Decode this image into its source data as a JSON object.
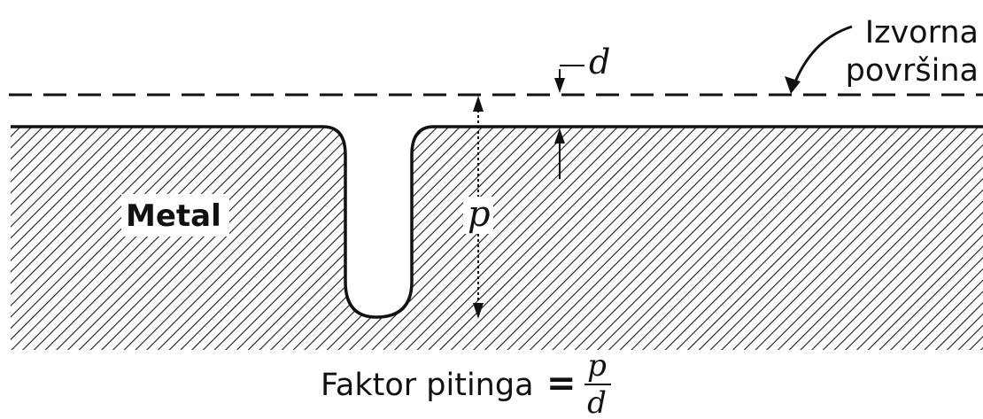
{
  "labels": {
    "original_surface_line1": "Izvorna",
    "original_surface_line2": "površina",
    "d_symbol": "d",
    "p_symbol": "p",
    "metal": "Metal",
    "formula_prefix": "Faktor pitinga",
    "formula_equals": "=",
    "formula_numerator": "p",
    "formula_denominator": "d"
  }
}
